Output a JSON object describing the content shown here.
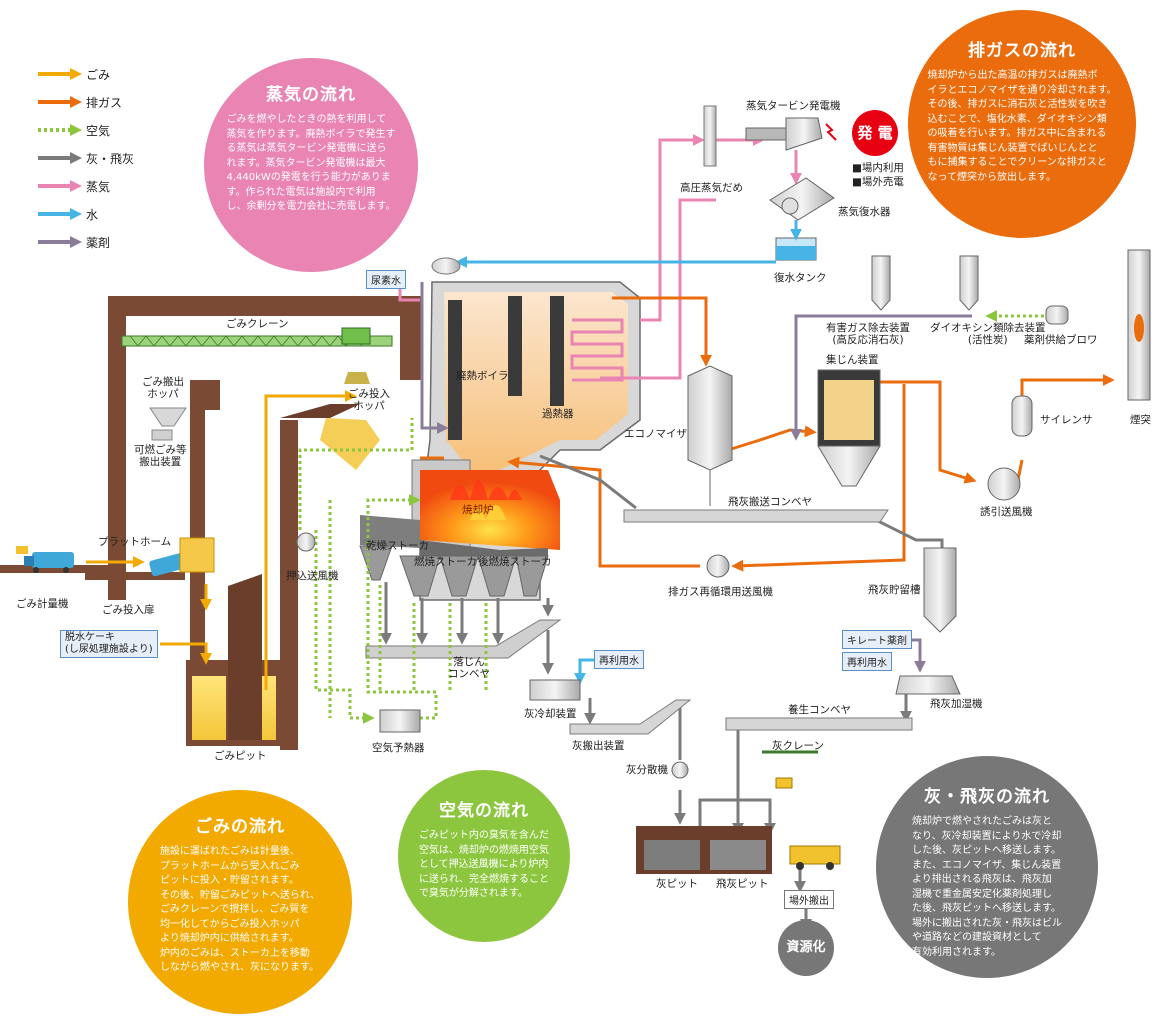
{
  "legend": [
    {
      "label": "ごみ",
      "color": "#f2a900",
      "dash": false
    },
    {
      "label": "排ガス",
      "color": "#ea6c0c",
      "dash": false
    },
    {
      "label": "空気",
      "color": "#8cc63e",
      "dash": true
    },
    {
      "label": "灰・飛灰",
      "color": "#7b7b7b",
      "dash": false
    },
    {
      "label": "蒸気",
      "color": "#e984b3",
      "dash": false
    },
    {
      "label": "水",
      "color": "#47b4e6",
      "dash": false
    },
    {
      "label": "薬剤",
      "color": "#8b7d99",
      "dash": false
    }
  ],
  "colors": {
    "garbage": "#f2a900",
    "exhaust": "#ea6c0c",
    "air": "#8cc63e",
    "ash": "#7b7b7b",
    "steam": "#e984b3",
    "water": "#47b4e6",
    "chemical": "#8b7d99",
    "brown": "#7b4a34"
  },
  "circles": {
    "steam": {
      "title": "蒸気の流れ",
      "lines": [
        "ごみを燃やしたときの熱を利用して",
        "蒸気を作ります。廃熱ボイラで発生す",
        "る蒸気は蒸気タービン発電機に送ら",
        "れます。蒸気タービン発電機は最大",
        "4,440kWの発電を行う能力がありま",
        "す。作られた電気は施設内で利用",
        "し、余剰分を電力会社に売電します。"
      ]
    },
    "exhaust": {
      "title": "排ガスの流れ",
      "lines": [
        "焼却炉から出た高温の排ガスは廃熱ボ",
        "イラとエコノマイザを通り冷却されます。",
        "その後、排ガスに消石灰と活性炭を吹き",
        "込むことで、塩化水素、ダイオキシン類",
        "の吸着を行います。排ガス中に含まれる",
        "有害物質は集じん装置でばいじんとと",
        "もに捕集することでクリーンな排ガスと",
        "なって煙突から放出します。"
      ]
    },
    "garbage": {
      "title": "ごみの流れ",
      "lines": [
        "施設に運ばれたごみは計量後、",
        "プラットホームから受入れごみ",
        "ピットに投入・貯留されます。",
        "その後、貯留ごみピットへ送られ、",
        "ごみクレーンで撹拌し、ごみ質を",
        "均一化してからごみ投入ホッパ",
        "より焼却炉内に供給されます。",
        "炉内のごみは、ストーカ上を移動",
        "しながら燃やされ、灰になります。"
      ]
    },
    "air": {
      "title": "空気の流れ",
      "lines": [
        "ごみピット内の臭気を含んだ",
        "空気は、焼却炉の燃焼用空気",
        "として押込送風機により炉内",
        "に送られ、完全燃焼すること",
        "で臭気が分解されます。"
      ]
    },
    "ash": {
      "title": "灰・飛灰の流れ",
      "lines": [
        "焼却炉で燃やされたごみは灰と",
        "なり、灰冷却装置により水で冷却",
        "した後、灰ピットへ移送します。",
        "また、エコノマイザ、集じん装置",
        "より排出される飛灰は、飛灰加",
        "湿機で重金属安定化薬剤処理し",
        "た後、飛灰ピットへ移送します。",
        "場外に搬出された灰・飛灰はビル",
        "や道路などの建設資材として",
        "有効利用されます。"
      ]
    }
  },
  "labels": {
    "steam_turbine": "蒸気タービン発電機",
    "power": "発 電",
    "power_use1": "■場内利用",
    "power_use2": "■場外売電",
    "hp_steam_drum": "高圧蒸気だめ",
    "condenser": "蒸気復水器",
    "condensate_tank": "復水タンク",
    "urea_water": "尿素水",
    "waste_boiler": "廃熱ボイラ",
    "superheater": "過熱器",
    "incinerator": "焼却炉",
    "dry_stoker": "乾燥ストーカ",
    "burn_stoker": "燃焼ストーカ",
    "post_stoker": "後燃焼ストーカ",
    "garbage_crane": "ごみクレーン",
    "discharge_hopper": "ごみ搬出\nホッパ",
    "feed_hopper": "ごみ投入\nホッパ",
    "combustible_device": "可燃ごみ等\n搬出装置",
    "platform": "プラットホーム",
    "weighbridge": "ごみ計量機",
    "feed_door": "ごみ投入扉",
    "dewatered_cake": "脱水ケーキ\n(し尿処理施設より)",
    "garbage_pit": "ごみピット",
    "forced_fan": "押込送風機",
    "air_preheater": "空気予熱器",
    "drop_conveyor": "落じん\nコンベヤ",
    "economizer": "エコノマイザ",
    "gas_removal": "有害ガス除去装置\n(高反応消石灰)",
    "dioxin_removal": "ダイオキシン類除去装置\n(活性炭)",
    "chem_blower": "薬剤供給ブロワ",
    "dust_collector": "集じん装置",
    "silencer": "サイレンサ",
    "chimney": "煙突",
    "induced_fan": "誘引送風機",
    "fly_ash_conveyor": "飛灰搬送コンベヤ",
    "recirc_fan": "排ガス再循環用送風機",
    "fly_ash_silo": "飛灰貯留槽",
    "chelate": "キレート薬剤",
    "reuse_water1": "再利用水",
    "reuse_water2": "再利用水",
    "fly_ash_humidifier": "飛灰加湿機",
    "curing_conveyor": "養生コンベヤ",
    "ash_cooler": "灰冷却装置",
    "ash_discharge": "灰搬出装置",
    "ash_spreader": "灰分散機",
    "ash_crane": "灰クレーン",
    "ash_pit": "灰ピット",
    "fly_ash_pit": "飛灰ピット",
    "offsite": "場外搬出",
    "resource": "資源化"
  }
}
